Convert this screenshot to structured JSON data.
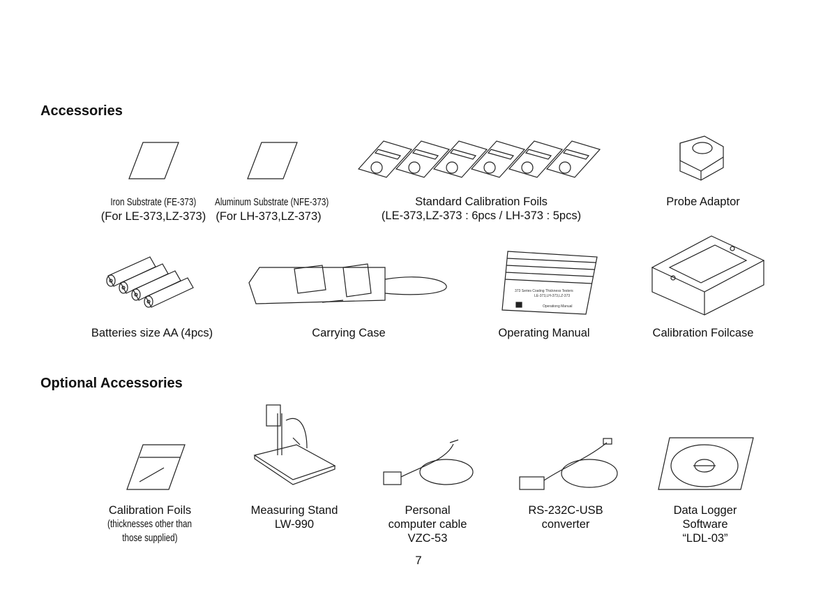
{
  "headings": {
    "accessories": "Accessories",
    "optional": "Optional Accessories"
  },
  "accessories": [
    {
      "line1": "Iron Substrate (FE-373)",
      "line2": "(For LE-373,LZ-373)"
    },
    {
      "line1": "Aluminum Substrate (NFE-373)",
      "line2": "(For LH-373,LZ-373)"
    },
    {
      "line1": "Standard Calibration Foils",
      "line2": "(LE-373,LZ-373 : 6pcs / LH-373 : 5pcs)"
    },
    {
      "line1": "Probe Adaptor"
    },
    {
      "line1": "Batteries size AA (4pcs)"
    },
    {
      "line1": "Carrying Case"
    },
    {
      "line1": "Operating Manual"
    },
    {
      "line1": "Calibration Foilcase"
    }
  ],
  "manual_cover": {
    "series": "373 Series Coating Thickness Testers",
    "models": "LE-373,LH-373,LZ-373",
    "title": "Operationg Manual"
  },
  "optional": [
    {
      "line1": "Calibration Foils",
      "line2": "(thicknesses other than",
      "line3": "those supplied)"
    },
    {
      "line1": "Measuring Stand",
      "line2": "LW-990"
    },
    {
      "line1": "Personal",
      "line2": "computer cable",
      "line3": "VZC-53"
    },
    {
      "line1": "RS-232C-USB",
      "line2": "converter"
    },
    {
      "line1": "Data Logger",
      "line2": "Software",
      "line3": "“LDL-03”"
    }
  ],
  "page_number": "7"
}
